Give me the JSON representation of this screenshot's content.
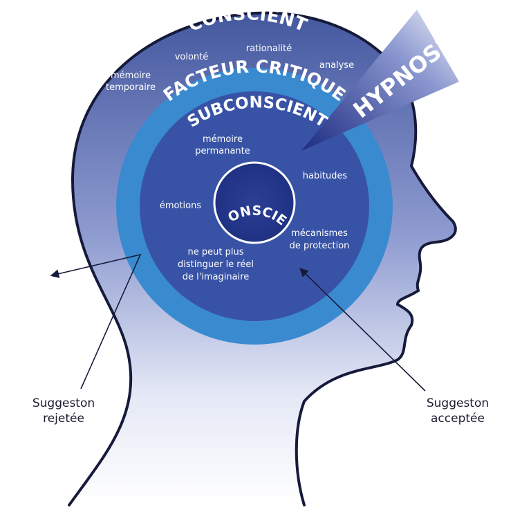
{
  "layers": {
    "conscient": "CONSCIENT",
    "facteur_critique": "FACTEUR CRITIQUE",
    "subconscient": "SUBCONSCIENT",
    "inconscient": "INCONSCIENT"
  },
  "hypnose": "HYPNOSE",
  "conscient_items": {
    "volonte": "volonté",
    "rationalite": "rationalité",
    "analyse": "analyse",
    "memoire_temporaire_1": "mémoire",
    "memoire_temporaire_2": "temporaire"
  },
  "subconscient_items": {
    "memoire_permanante_1": "mémoire",
    "memoire_permanante_2": "permanante",
    "habitudes": "habitudes",
    "emotions": "émotions",
    "mecanismes_1": "mécanismes",
    "mecanismes_2": "de protection",
    "reel_1": "ne peut plus",
    "reel_2": "distinguer le réel",
    "reel_3": "de l'imaginaire"
  },
  "suggestions": {
    "rejetee_1": "Suggeston",
    "rejetee_2": "rejetée",
    "acceptee_1": "Suggeston",
    "acceptee_2": "acceptée"
  },
  "colors": {
    "outline": "#161a3a",
    "conscient_top": "#4b5fae",
    "conscient_bottom": "#ffffff",
    "facteur_ring": "#3b8bd0",
    "subconscient": "#3a56a8",
    "inconscient": "#24368a",
    "hypnose_light": "#e9ecf7",
    "hypnose_dark": "#1f2f86"
  }
}
